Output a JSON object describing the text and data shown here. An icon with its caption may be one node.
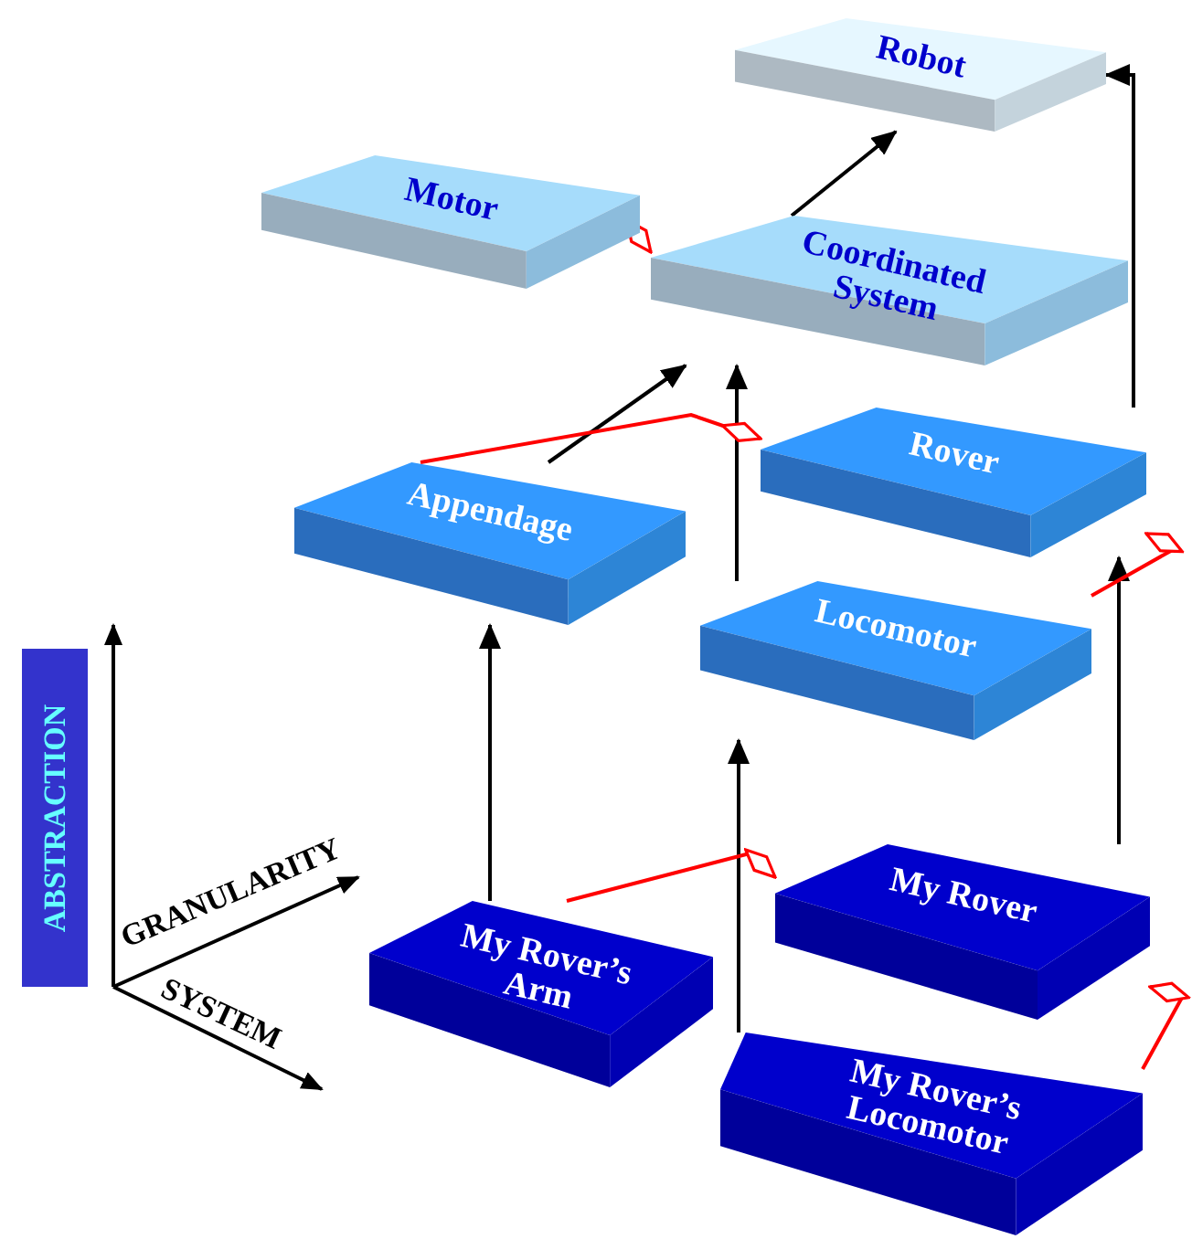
{
  "diagram": {
    "nodes": [
      {
        "text": [
          "Robot"
        ]
      },
      {
        "text": [
          "Motor"
        ]
      },
      {
        "text": [
          "Coordinated System"
        ]
      },
      {
        "text": [
          "Appendage"
        ]
      },
      {
        "text": [
          "Rover"
        ]
      },
      {
        "text": [
          "Locomotor"
        ]
      },
      {
        "text": [
          "My Rover’s Arm"
        ]
      },
      {
        "text": [
          "My Rover"
        ]
      },
      {
        "text": [
          "My Rover’s Locomotor"
        ]
      },
      {
        "text": [
          "ABSTRACTION"
        ]
      }
    ],
    "edges": [
      {
        "from": 2,
        "to": 0,
        "arrow": "to"
      },
      {
        "from": 4,
        "to": 0,
        "arrow": "to"
      },
      {
        "from": 3,
        "to": 2,
        "arrow": "to"
      },
      {
        "from": 5,
        "to": 2,
        "arrow": "to"
      },
      {
        "from": 6,
        "to": 3,
        "arrow": "to"
      },
      {
        "from": 7,
        "to": 4,
        "arrow": "to"
      },
      {
        "from": 8,
        "to": 5,
        "arrow": "to"
      },
      {
        "from": 1,
        "to": 2,
        "arrow": "other",
        "color": "#ff0000"
      },
      {
        "from": 3,
        "to": 4,
        "arrow": "other",
        "color": "#ff0000"
      },
      {
        "from": 5,
        "to": 4,
        "arrow": "other",
        "color": "#ff0000"
      },
      {
        "from": 6,
        "to": 7,
        "arrow": "other",
        "color": "#ff0000"
      },
      {
        "from": 8,
        "to": 7,
        "arrow": "other",
        "color": "#ff0000"
      }
    ],
    "labels": [
      "GRANULARITY",
      "SYSTEM"
    ]
  }
}
